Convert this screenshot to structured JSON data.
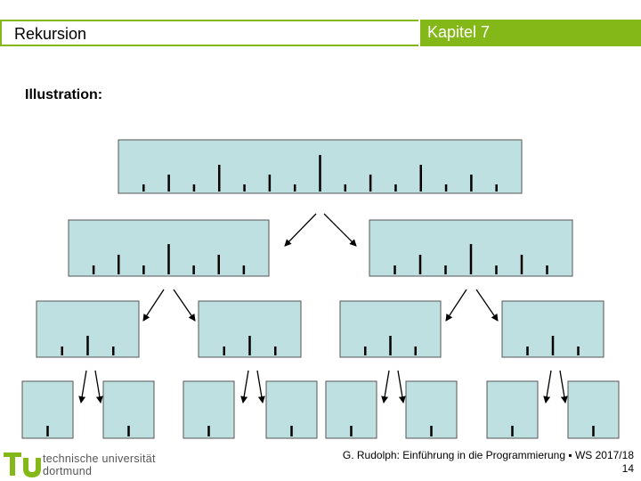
{
  "header": {
    "title": "Rekursion",
    "chapter": "Kapitel 7",
    "accent_color": "#84b818"
  },
  "slide": {
    "subtitle": "Illustration:"
  },
  "diagram": {
    "panel_color": "#bfe0e0",
    "levels": [
      {
        "panel_count": 1,
        "ticks_per_panel": 15
      },
      {
        "panel_count": 2,
        "ticks_per_panel": 7
      },
      {
        "panel_count": 4,
        "ticks_per_panel": 3
      },
      {
        "panel_count": 8,
        "ticks_per_panel": 1
      }
    ]
  },
  "logo": {
    "line1": "technische universität",
    "line2": "dortmund",
    "icon": "tu-logo-icon"
  },
  "footer": {
    "credit": "G. Rudolph: Einführung in die Programmierung ▪ WS 2017/18",
    "page_number": "14"
  }
}
